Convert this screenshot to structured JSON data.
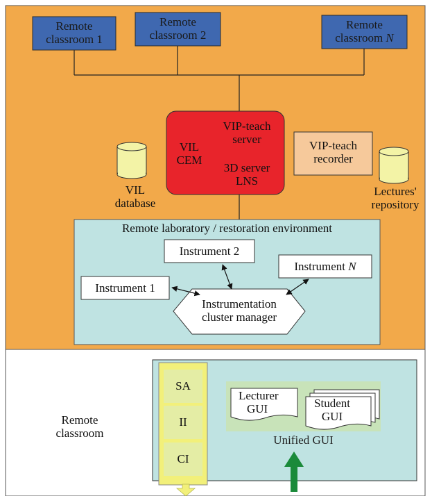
{
  "remote_classrooms": [
    {
      "line1": "Remote",
      "line2": "classroom 1"
    },
    {
      "line1": "Remote",
      "line2": "classroom 2"
    },
    {
      "line1": "Remote",
      "line2": "classroom N"
    }
  ],
  "server": {
    "left_line1": "VIL",
    "left_line2": "CEM",
    "top_line1": "VIP-teach",
    "top_line2": "server",
    "bottom_line1": "3D server",
    "bottom_line2": "LNS"
  },
  "vil_database": {
    "line1": "VIL",
    "line2": "database"
  },
  "recorder": {
    "line1": "VIP-teach",
    "line2": "recorder"
  },
  "repository": {
    "line1": "Lectures'",
    "line2": "repository"
  },
  "lab": {
    "title": "Remote laboratory / restoration environment",
    "instrument1": "Instrument 1",
    "instrument2": "Instrument 2",
    "instrumentN": "Instrument N",
    "cluster_line1": "Instrumentation",
    "cluster_line2": "cluster manager"
  },
  "classroom": {
    "label_line1": "Remote",
    "label_line2": "classroom",
    "sidebar_items": [
      "SA",
      "II",
      "CI"
    ],
    "lecturer_line1": "Lecturer",
    "lecturer_line2": "GUI",
    "student_line1": "Student",
    "student_line2": "GUI",
    "unified": "Unified GUI"
  },
  "colors": {
    "orange_bg": "#F2A94A",
    "blue_box": "#3F68B0",
    "server_red": "#E8242B",
    "recorder_peach": "#F6C99B",
    "lab_bg": "#BFE3E2",
    "yellow": "#F2F07A",
    "yellow_inner": "#E4EDA5",
    "gui_green": "#C8E3B9",
    "arrow_green": "#1A8A3A",
    "db_yellow": "#F3F3A6"
  }
}
